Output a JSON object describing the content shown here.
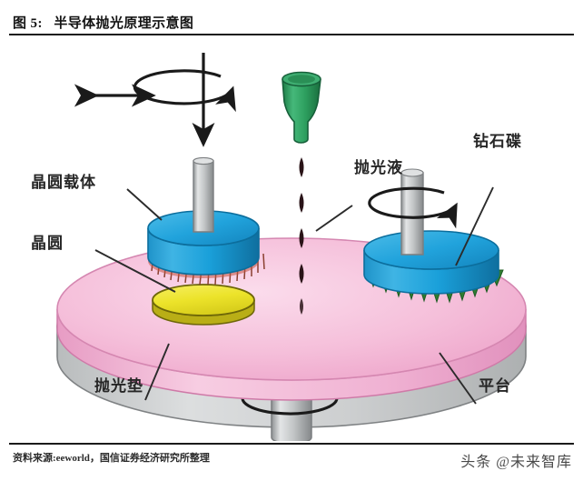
{
  "figure": {
    "number_label": "图 5:",
    "title": "半导体抛光原理示意图",
    "source": "资料来源:eeworld，国信证券经济研究所整理",
    "watermark": "头条 @未来智库"
  },
  "diagram": {
    "subject": "semiconductor-cmp-polishing-schematic",
    "labels": {
      "wafer_carrier": "晶圆载体",
      "wafer": "晶圆",
      "slurry": "抛光液",
      "diamond_disc": "钻石碟",
      "polishing_pad": "抛光垫",
      "platen": "平台"
    },
    "parts": [
      {
        "name": "wafer-carrier",
        "label": "晶圆载体",
        "color": "#1b9ad6"
      },
      {
        "name": "wafer",
        "label": "晶圆",
        "color": "#ece32a"
      },
      {
        "name": "slurry-nozzle",
        "label": "抛光液",
        "color": "#2d9f5f"
      },
      {
        "name": "diamond-disc",
        "label": "钻石碟",
        "color": "#1b9ad6"
      },
      {
        "name": "polishing-pad",
        "label": "抛光垫",
        "color": "#f2b3d2"
      },
      {
        "name": "platen",
        "label": "平台",
        "color": "#c9cbcc"
      }
    ],
    "motion": {
      "carrier_rotation": "rotation-arrow",
      "carrier_oscillation": "horizontal-double-arrow",
      "disc_rotation": "rotation-arrow",
      "platen_rotation": "rotation-arrow",
      "slurry_flow": "falling-droplets"
    }
  },
  "colors": {
    "blue": "#1b9ad6",
    "blue_dark": "#0f7fb4",
    "green": "#2d9f5f",
    "green_dark": "#1f7a46",
    "yellow": "#ece32a",
    "yellow_dark": "#8d8410",
    "pink": "#f2b3d2",
    "pink_dark": "#e089b6",
    "gray": "#c9cbcc",
    "gray_dark": "#9a9d9e",
    "ink": "#1a1a1a"
  }
}
